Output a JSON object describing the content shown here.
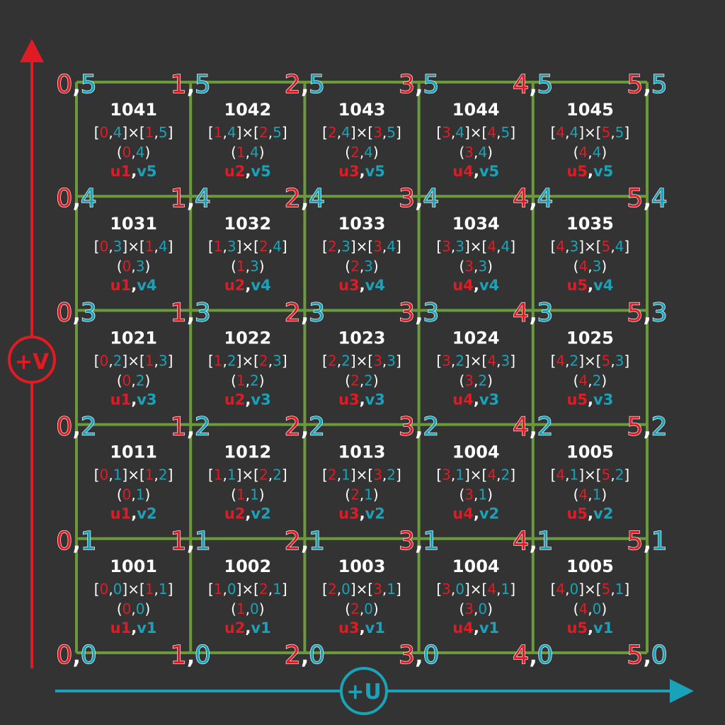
{
  "colors": {
    "background": "#333333",
    "grid": "#6a9a3c",
    "u_axis": "#1aa3b8",
    "v_axis": "#e01b24",
    "text": "#ffffff",
    "halo": "#ffffff"
  },
  "axes": {
    "u_label": "+U",
    "v_label": "+V"
  },
  "grid": {
    "columns": 5,
    "rows": 5,
    "corner_labels": [
      {
        "u": "0",
        "v": "0"
      },
      {
        "u": "1",
        "v": "0"
      },
      {
        "u": "2",
        "v": "0"
      },
      {
        "u": "3",
        "v": "0"
      },
      {
        "u": "4",
        "v": "0"
      },
      {
        "u": "5",
        "v": "0"
      },
      {
        "u": "0",
        "v": "1"
      },
      {
        "u": "1",
        "v": "1"
      },
      {
        "u": "2",
        "v": "1"
      },
      {
        "u": "3",
        "v": "1"
      },
      {
        "u": "4",
        "v": "1"
      },
      {
        "u": "5",
        "v": "1"
      },
      {
        "u": "0",
        "v": "2"
      },
      {
        "u": "1",
        "v": "2"
      },
      {
        "u": "2",
        "v": "2"
      },
      {
        "u": "3",
        "v": "2"
      },
      {
        "u": "4",
        "v": "2"
      },
      {
        "u": "5",
        "v": "2"
      },
      {
        "u": "0",
        "v": "3"
      },
      {
        "u": "1",
        "v": "3"
      },
      {
        "u": "2",
        "v": "3"
      },
      {
        "u": "3",
        "v": "3"
      },
      {
        "u": "4",
        "v": "3"
      },
      {
        "u": "5",
        "v": "3"
      },
      {
        "u": "0",
        "v": "4"
      },
      {
        "u": "1",
        "v": "4"
      },
      {
        "u": "2",
        "v": "4"
      },
      {
        "u": "3",
        "v": "4"
      },
      {
        "u": "4",
        "v": "4"
      },
      {
        "u": "5",
        "v": "4"
      },
      {
        "u": "0",
        "v": "5"
      },
      {
        "u": "1",
        "v": "5"
      },
      {
        "u": "2",
        "v": "5"
      },
      {
        "u": "3",
        "v": "5"
      },
      {
        "u": "4",
        "v": "5"
      },
      {
        "u": "5",
        "v": "5"
      }
    ],
    "tiles": [
      {
        "udim": "1001",
        "u": "0",
        "v": "0",
        "u2": "1",
        "v2": "1",
        "name_u": "u1",
        "name_v": "v1"
      },
      {
        "udim": "1002",
        "u": "1",
        "v": "0",
        "u2": "2",
        "v2": "1",
        "name_u": "u2",
        "name_v": "v1"
      },
      {
        "udim": "1003",
        "u": "2",
        "v": "0",
        "u2": "3",
        "v2": "1",
        "name_u": "u3",
        "name_v": "v1"
      },
      {
        "udim": "1004",
        "u": "3",
        "v": "0",
        "u2": "4",
        "v2": "1",
        "name_u": "u4",
        "name_v": "v1"
      },
      {
        "udim": "1005",
        "u": "4",
        "v": "0",
        "u2": "5",
        "v2": "1",
        "name_u": "u5",
        "name_v": "v1"
      },
      {
        "udim": "1011",
        "u": "0",
        "v": "1",
        "u2": "1",
        "v2": "2",
        "name_u": "u1",
        "name_v": "v2"
      },
      {
        "udim": "1012",
        "u": "1",
        "v": "1",
        "u2": "2",
        "v2": "2",
        "name_u": "u2",
        "name_v": "v2"
      },
      {
        "udim": "1013",
        "u": "2",
        "v": "1",
        "u2": "3",
        "v2": "2",
        "name_u": "u3",
        "name_v": "v2"
      },
      {
        "udim": "1004",
        "u": "3",
        "v": "1",
        "u2": "4",
        "v2": "2",
        "name_u": "u4",
        "name_v": "v2"
      },
      {
        "udim": "1005",
        "u": "4",
        "v": "1",
        "u2": "5",
        "v2": "2",
        "name_u": "u5",
        "name_v": "v2"
      },
      {
        "udim": "1021",
        "u": "0",
        "v": "2",
        "u2": "1",
        "v2": "3",
        "name_u": "u1",
        "name_v": "v3"
      },
      {
        "udim": "1022",
        "u": "1",
        "v": "2",
        "u2": "2",
        "v2": "3",
        "name_u": "u2",
        "name_v": "v3"
      },
      {
        "udim": "1023",
        "u": "2",
        "v": "2",
        "u2": "3",
        "v2": "3",
        "name_u": "u3",
        "name_v": "v3"
      },
      {
        "udim": "1024",
        "u": "3",
        "v": "2",
        "u2": "4",
        "v2": "3",
        "name_u": "u4",
        "name_v": "v3"
      },
      {
        "udim": "1025",
        "u": "4",
        "v": "2",
        "u2": "5",
        "v2": "3",
        "name_u": "u5",
        "name_v": "v3"
      },
      {
        "udim": "1031",
        "u": "0",
        "v": "3",
        "u2": "1",
        "v2": "4",
        "name_u": "u1",
        "name_v": "v4"
      },
      {
        "udim": "1032",
        "u": "1",
        "v": "3",
        "u2": "2",
        "v2": "4",
        "name_u": "u2",
        "name_v": "v4"
      },
      {
        "udim": "1033",
        "u": "2",
        "v": "3",
        "u2": "3",
        "v2": "4",
        "name_u": "u3",
        "name_v": "v4"
      },
      {
        "udim": "1034",
        "u": "3",
        "v": "3",
        "u2": "4",
        "v2": "4",
        "name_u": "u4",
        "name_v": "v4"
      },
      {
        "udim": "1035",
        "u": "4",
        "v": "3",
        "u2": "5",
        "v2": "4",
        "name_u": "u5",
        "name_v": "v4"
      },
      {
        "udim": "1041",
        "u": "0",
        "v": "4",
        "u2": "1",
        "v2": "5",
        "name_u": "u1",
        "name_v": "v5"
      },
      {
        "udim": "1042",
        "u": "1",
        "v": "4",
        "u2": "2",
        "v2": "5",
        "name_u": "u2",
        "name_v": "v5"
      },
      {
        "udim": "1043",
        "u": "2",
        "v": "4",
        "u2": "3",
        "v2": "5",
        "name_u": "u3",
        "name_v": "v5"
      },
      {
        "udim": "1044",
        "u": "3",
        "v": "4",
        "u2": "4",
        "v2": "5",
        "name_u": "u4",
        "name_v": "v5"
      },
      {
        "udim": "1045",
        "u": "4",
        "v": "4",
        "u2": "5",
        "v2": "5",
        "name_u": "u5",
        "name_v": "v5"
      }
    ]
  }
}
